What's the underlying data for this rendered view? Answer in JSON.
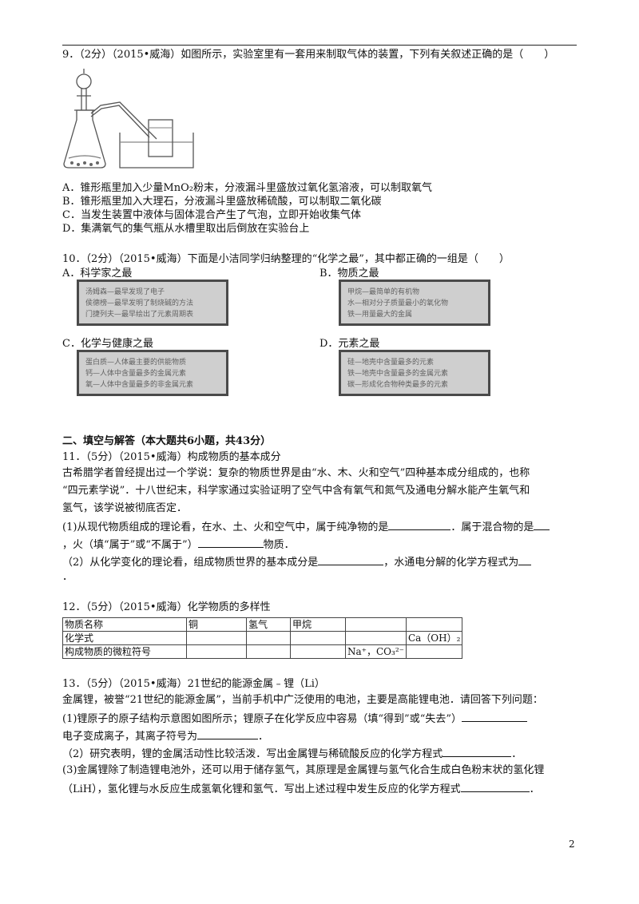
{
  "q9": {
    "stem": "9．（2分）（2015•威海）如图所示，实验室里有一套用来制取气体的装置，下列有关叙述正确的是（　　）",
    "options": [
      "A．锥形瓶里加入少量MnO₂粉末，分液漏斗里盛放过氧化氢溶液，可以制取氧气",
      "B．锥形瓶里加入大理石，分液漏斗里盛放稀硫酸，可以制取二氧化碳",
      "C．当发生装置中液体与固体混合产生了气泡，立即开始收集气体",
      "D．集满氧气的集气瓶从水槽里取出后倒放在实验台上"
    ]
  },
  "q10": {
    "stem": "10．（2分）（2015•威海）下面是小洁同学归纳整理的“化学之最”，其中都正确的一组是（　　）",
    "options": [
      {
        "label": "A．科学家之最",
        "rows": [
          "汤姆森—最早发现了电子",
          "侯德榜—最早发明了制烧碱的方法",
          "门捷列夫—最早绘出了元素周期表"
        ]
      },
      {
        "label": "B．物质之最",
        "rows": [
          "甲烷—最简单的有机物",
          "水—相对分子质量最小的氧化物",
          "铁—用量最大的金属"
        ]
      },
      {
        "label": "C．化学与健康之最",
        "rows": [
          "蛋白质—人体最主要的供能物质",
          "钙—人体中含量最多的金属元素",
          "氧—人体中含量最多的非金属元素"
        ]
      },
      {
        "label": "D．元素之最",
        "rows": [
          "硅—地壳中含量最多的元素",
          "铁—地壳中含量最多的金属元素",
          "碳—形成化合物种类最多的元素"
        ]
      }
    ]
  },
  "section2": "二、填空与解答（本大题共6小题，共43分）",
  "q11": {
    "stem": "11．（5分）（2015•威海）构成物质的基本成分",
    "p1": "古希腊学者曾经提出过一个学说：复杂的物质世界是由“水、木、火和空气”四种基本成分组成的，也称",
    "p2": "“四元素学说”．十八世纪末，科学家通过实验证明了空气中含有氧气和氮气及通电分解水能产生氧气和",
    "p3": "氢气，该学说被彻底否定．",
    "s1a": "(1)从现代物质组成的理论看，在水、土、火和空气中，属于纯净物的是",
    "s1b": "．属于混合物的是",
    "s1c": "，火（填“属于”或“不属于”）",
    "s1d": "物质．",
    "s2a": "（2）从化学变化的理论看，组成物质世界的基本成分是",
    "s2b": "，水通电分解的化学方程式为",
    "s2c": "．"
  },
  "q12": {
    "stem": "12．（5分）（2015•威海）化学物质的多样性",
    "rows": [
      [
        "物质名称",
        "铜",
        "氢气",
        "甲烷",
        "",
        ""
      ],
      [
        "化学式",
        "",
        "",
        "",
        "",
        "Ca（OH）₂"
      ],
      [
        "构成物质的微粒符号",
        "",
        "",
        "",
        "Na⁺，CO₃²⁻",
        ""
      ]
    ]
  },
  "q13": {
    "stem": "13．（5分）（2015•威海）21世纪的能源金属﹣锂（Li）",
    "p1": "金属锂，被誉“21世纪的能源金属”，当前手机中广泛使用的电池，主要是高能锂电池．请回答下列问题：",
    "s1a": "(1)锂原子的原子结构示意图如图所示；锂原子在化学反应中容易（填“得到”或“失去”）",
    "s1b": "电子变成离子，其离子符号为",
    "s1c": "．",
    "s2a": "（2）研究表明，锂的金属活动性比较活泼．写出金属锂与稀硫酸反应的化学方程式",
    "s2b": "．",
    "s3a": "(3)金属锂除了制造锂电池外，还可以用于储存氢气，其原理是金属锂与氢气化合生成白色粉末状的氢化锂",
    "s3b": "（LiH），氢化锂与水反应生成氢氧化锂和氢气．写出上述过程中发生反应的化学方程式",
    "s3c": "．"
  },
  "page_number": "2"
}
